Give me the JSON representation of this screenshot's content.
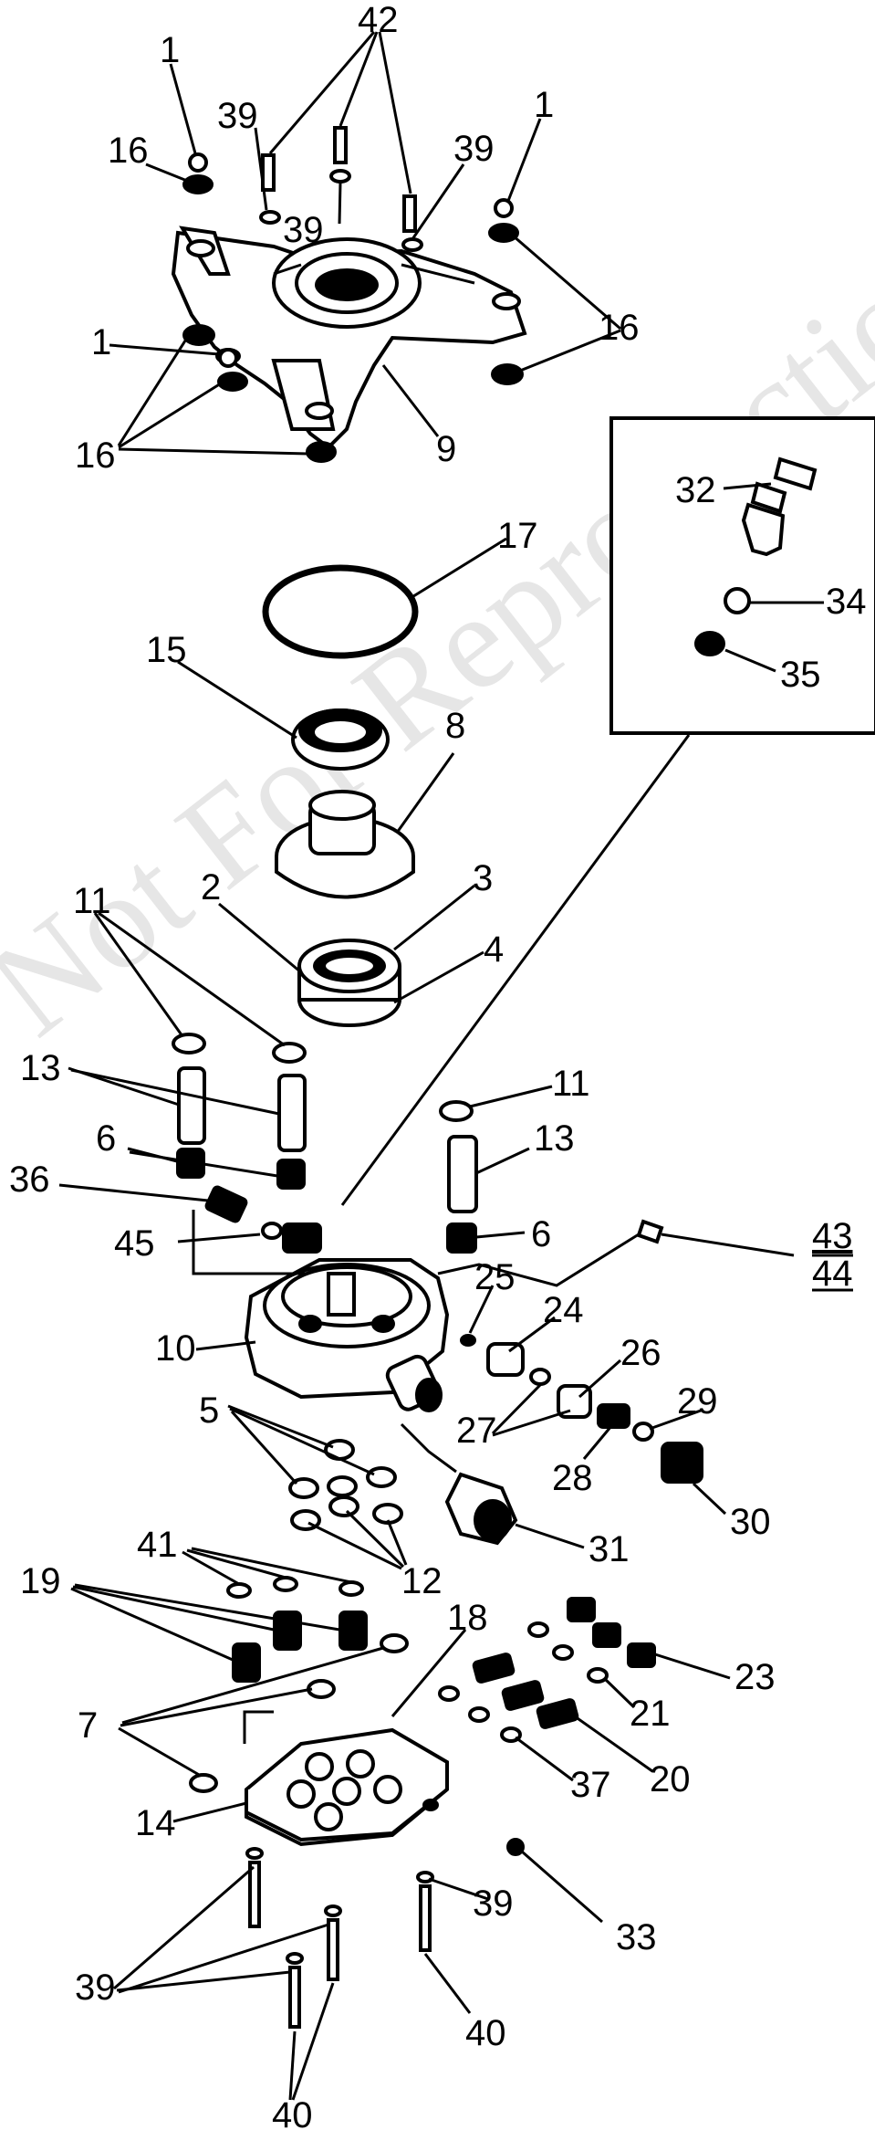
{
  "watermark": "Not For Reproduction",
  "callouts": [
    {
      "id": "c42a",
      "text": "42"
    },
    {
      "id": "c1a",
      "text": "1"
    },
    {
      "id": "c39a",
      "text": "39"
    },
    {
      "id": "c1b",
      "text": "1"
    },
    {
      "id": "c16a",
      "text": "16"
    },
    {
      "id": "c39b",
      "text": "39"
    },
    {
      "id": "c39c",
      "text": "39"
    },
    {
      "id": "c16b",
      "text": "16"
    },
    {
      "id": "c1c",
      "text": "1"
    },
    {
      "id": "c16c",
      "text": "16"
    },
    {
      "id": "c9",
      "text": "9"
    },
    {
      "id": "c32",
      "text": "32"
    },
    {
      "id": "c34",
      "text": "34"
    },
    {
      "id": "c35",
      "text": "35"
    },
    {
      "id": "c17",
      "text": "17"
    },
    {
      "id": "c15",
      "text": "15"
    },
    {
      "id": "c8",
      "text": "8"
    },
    {
      "id": "c2",
      "text": "2"
    },
    {
      "id": "c3",
      "text": "3"
    },
    {
      "id": "c4",
      "text": "4"
    },
    {
      "id": "c11a",
      "text": "11"
    },
    {
      "id": "c11b",
      "text": "11"
    },
    {
      "id": "c13a",
      "text": "13"
    },
    {
      "id": "c13b",
      "text": "13"
    },
    {
      "id": "c6a",
      "text": "6"
    },
    {
      "id": "c36",
      "text": "36"
    },
    {
      "id": "c6b",
      "text": "6"
    },
    {
      "id": "c45",
      "text": "45"
    },
    {
      "id": "c43",
      "text": "43"
    },
    {
      "id": "c44",
      "text": "44"
    },
    {
      "id": "c25",
      "text": "25"
    },
    {
      "id": "c24",
      "text": "24"
    },
    {
      "id": "c10",
      "text": "10"
    },
    {
      "id": "c26",
      "text": "26"
    },
    {
      "id": "c5",
      "text": "5"
    },
    {
      "id": "c27",
      "text": "27"
    },
    {
      "id": "c29",
      "text": "29"
    },
    {
      "id": "c28",
      "text": "28"
    },
    {
      "id": "c30",
      "text": "30"
    },
    {
      "id": "c31",
      "text": "31"
    },
    {
      "id": "c12",
      "text": "12"
    },
    {
      "id": "c41",
      "text": "41"
    },
    {
      "id": "c19",
      "text": "19"
    },
    {
      "id": "c18",
      "text": "18"
    },
    {
      "id": "c23",
      "text": "23"
    },
    {
      "id": "c7",
      "text": "7"
    },
    {
      "id": "c21",
      "text": "21"
    },
    {
      "id": "c20",
      "text": "20"
    },
    {
      "id": "c37",
      "text": "37"
    },
    {
      "id": "c14",
      "text": "14"
    },
    {
      "id": "c39d",
      "text": "39"
    },
    {
      "id": "c33",
      "text": "33"
    },
    {
      "id": "c39e",
      "text": "39"
    },
    {
      "id": "c40a",
      "text": "40"
    },
    {
      "id": "c40b",
      "text": "40"
    }
  ]
}
